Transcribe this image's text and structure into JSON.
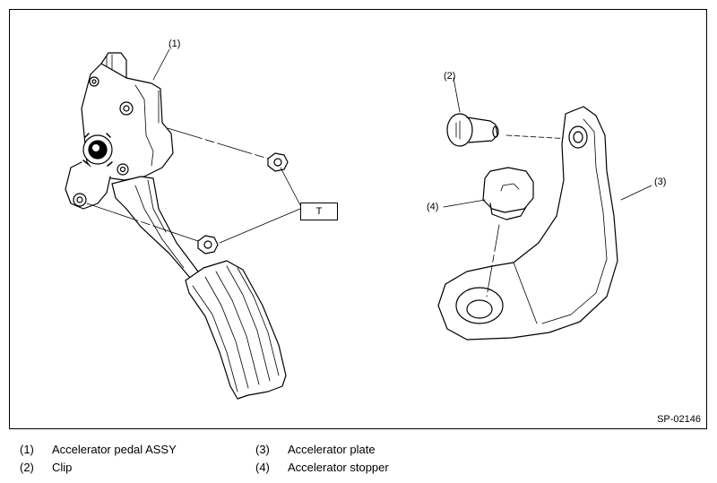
{
  "figure": {
    "callouts": {
      "pedal_assy": "(1)",
      "clip": "(2)",
      "plate": "(3)",
      "stopper": "(4)"
    },
    "torque_label": "T",
    "figure_id": "SP-02146"
  },
  "legend": [
    {
      "number": "(1)",
      "text": "Accelerator pedal ASSY"
    },
    {
      "number": "(2)",
      "text": "Clip"
    },
    {
      "number": "(3)",
      "text": "Accelerator plate"
    },
    {
      "number": "(4)",
      "text": "Accelerator stopper"
    }
  ]
}
